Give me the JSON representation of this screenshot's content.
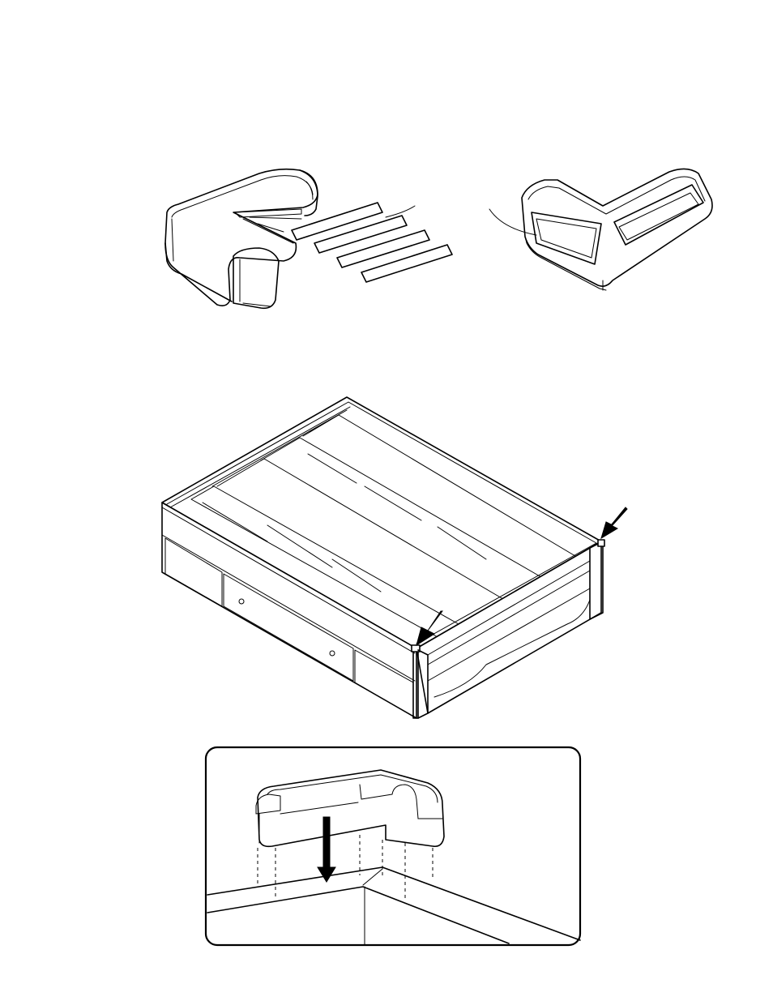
{
  "page": {
    "background": "#ffffff",
    "ink_color": "#000000"
  },
  "figures": [
    {
      "name": "corner-cap-with-adhesive-strips",
      "count_of_strips": 4
    },
    {
      "name": "corner-cap-underside-with-adhesive"
    },
    {
      "name": "assembled-bed-frame-with-corner-locations",
      "arrows": 2
    },
    {
      "name": "detail-corner-cap-placement"
    }
  ],
  "icons": [
    "down-arrow-icon",
    "pointer-arrow-icon"
  ]
}
